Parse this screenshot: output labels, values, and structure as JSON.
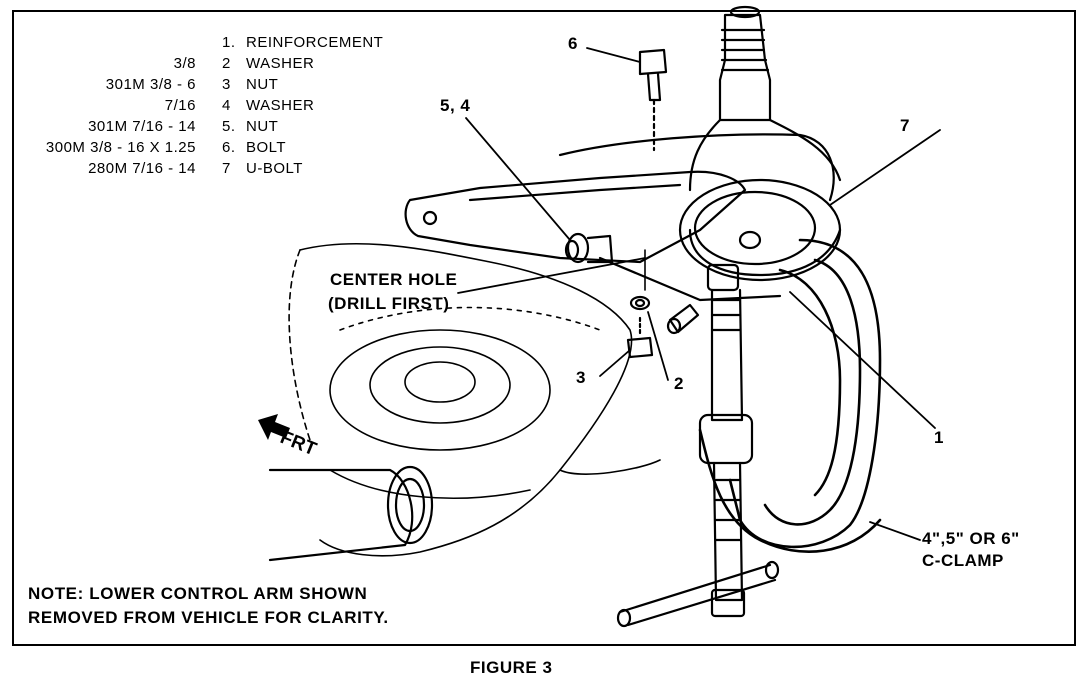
{
  "legend": [
    {
      "num": "1.",
      "spec": "",
      "name": "REINFORCEMENT"
    },
    {
      "num": "2",
      "spec": "3/8",
      "name": "WASHER"
    },
    {
      "num": "3",
      "spec": "301M 3/8 - 6",
      "name": "NUT"
    },
    {
      "num": "4",
      "spec": "7/16",
      "name": "WASHER"
    },
    {
      "num": "5.",
      "spec": "301M 7/16 - 14",
      "name": "NUT"
    },
    {
      "num": "6.",
      "spec": "300M 3/8 - 16 X 1.25",
      "name": "BOLT"
    },
    {
      "num": "7",
      "spec": "280M 7/16 - 14",
      "name": "U-BOLT"
    }
  ],
  "callouts": {
    "c6": "6",
    "c54": "5, 4",
    "c7": "7",
    "c3": "3",
    "c2": "2",
    "c1": "1",
    "center_hole_1": "CENTER HOLE",
    "center_hole_2": "(DRILL FIRST)",
    "frt": "FRT",
    "clamp_1": "4\",5\" OR 6\"",
    "clamp_2": "C-CLAMP"
  },
  "note": {
    "line1": "NOTE: LOWER CONTROL ARM SHOWN",
    "line2": "REMOVED FROM VEHICLE FOR CLARITY."
  },
  "caption": "FIGURE 3"
}
